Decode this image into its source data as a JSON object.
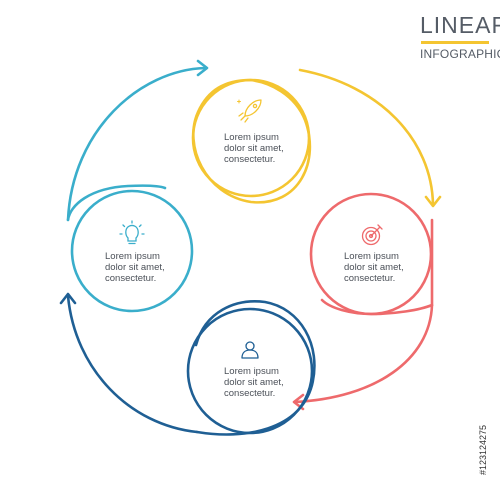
{
  "header": {
    "title": "LINEAR",
    "subtitle": "INFOGRAPHICS",
    "accent_color": "#f4c531"
  },
  "stock_id": "#123124275",
  "steps": [
    {
      "id": "top",
      "icon": "rocket-icon",
      "color": "#f4c531",
      "lines": [
        "Lorem ipsum",
        "dolor sit amet,",
        "consectetur."
      ]
    },
    {
      "id": "right",
      "icon": "target-icon",
      "color": "#ee6a6c",
      "lines": [
        "Lorem ipsum",
        "dolor sit amet,",
        "consectetur."
      ]
    },
    {
      "id": "bottom",
      "icon": "person-icon",
      "color": "#1f5f94",
      "lines": [
        "Lorem ipsum",
        "dolor sit amet,",
        "consectetur."
      ]
    },
    {
      "id": "left",
      "icon": "lightbulb-icon",
      "color": "#3aaecb",
      "lines": [
        "Lorem ipsum",
        "dolor sit amet,",
        "consectetur."
      ]
    }
  ]
}
